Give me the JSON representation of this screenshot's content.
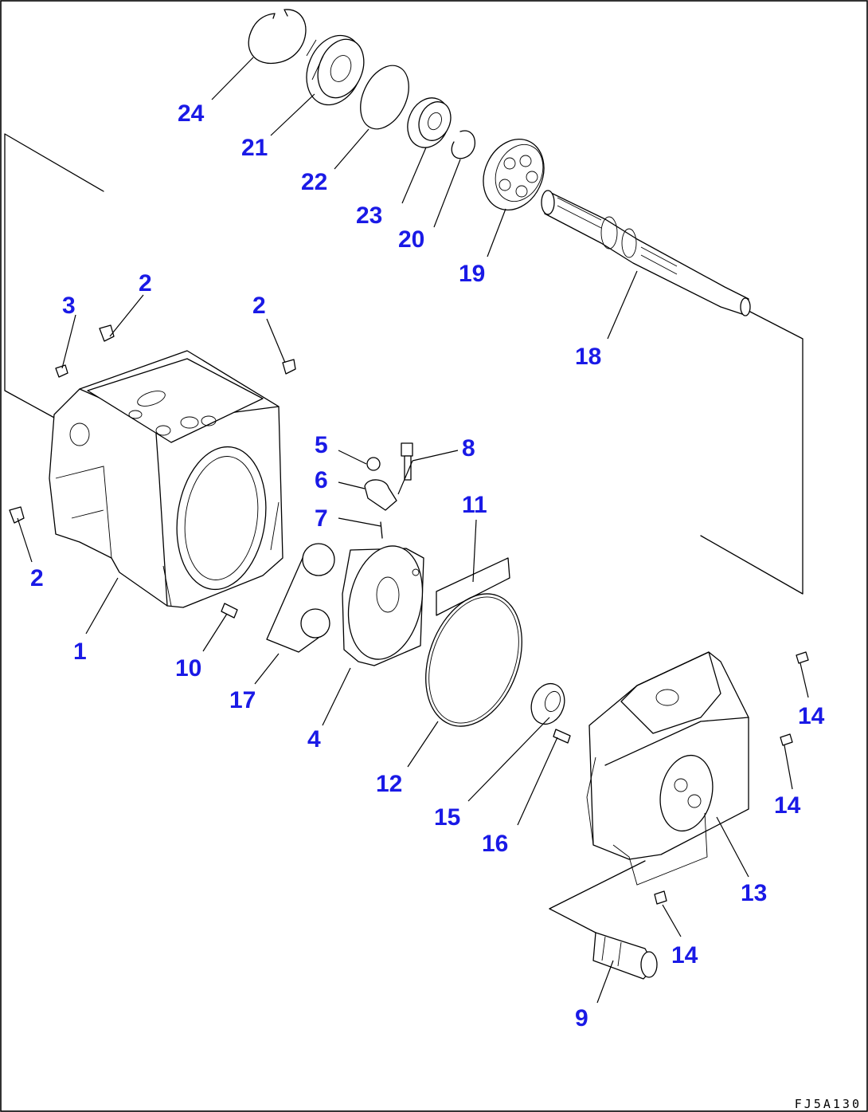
{
  "diagram_code": "FJ5A130",
  "callouts": {
    "c1": "1",
    "c2a": "2",
    "c2b": "2",
    "c2c": "2",
    "c3": "3",
    "c4": "4",
    "c5": "5",
    "c6": "6",
    "c7": "7",
    "c8": "8",
    "c9": "9",
    "c10": "10",
    "c11": "11",
    "c12": "12",
    "c13": "13",
    "c14a": "14",
    "c14b": "14",
    "c14c": "14",
    "c15": "15",
    "c16": "16",
    "c17": "17",
    "c18": "18",
    "c19": "19",
    "c20": "20",
    "c21": "21",
    "c22": "22",
    "c23": "23",
    "c24": "24"
  },
  "colors": {
    "callout": "#1a1ae6",
    "line": "#000000",
    "background": "#ffffff"
  }
}
